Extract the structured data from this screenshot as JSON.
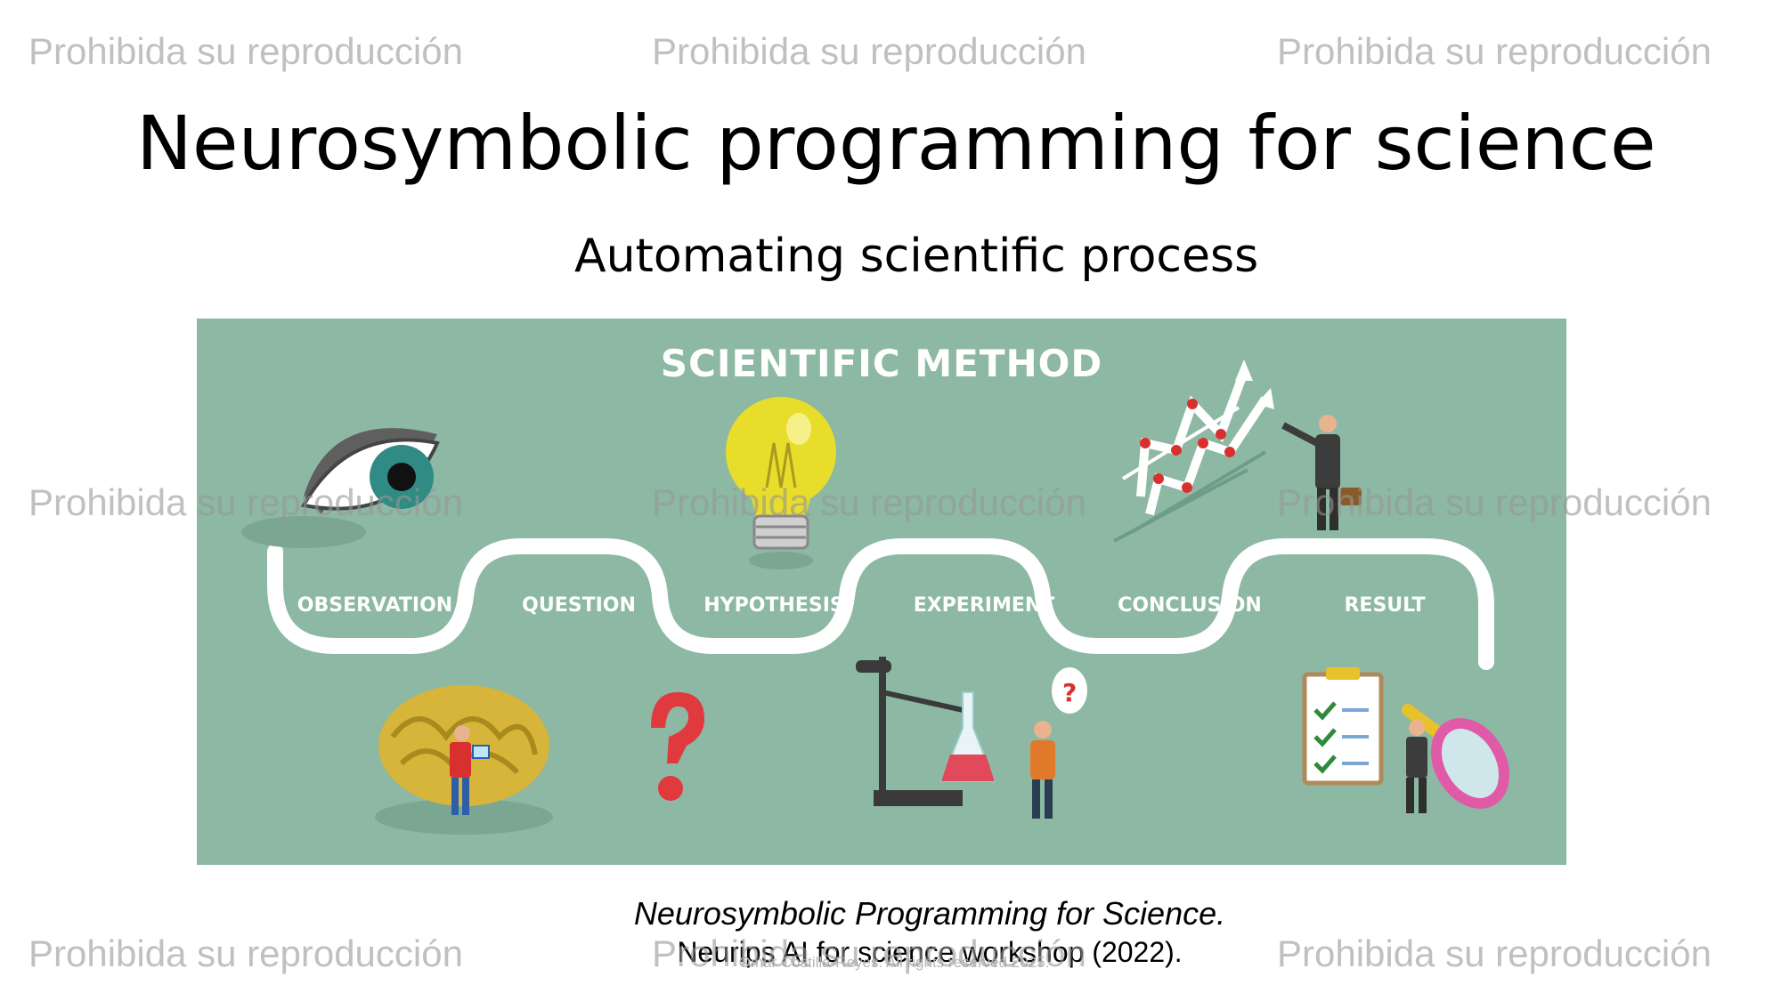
{
  "slide": {
    "title": "Neurosymbolic programming for science",
    "subtitle": "Automating scientific process"
  },
  "figure": {
    "heading": "SCIENTIFIC  METHOD",
    "steps": [
      "OBSERVATION",
      "QUESTION",
      "HYPOTHESIS",
      "EXPERIMENT",
      "CONCLUSION",
      "RESULT"
    ],
    "background_color": "#8cb8a4",
    "icons": [
      "eye-icon",
      "lightbulb-icon",
      "growth-chart-icon",
      "businessman-icon",
      "brain-icon",
      "question-mark-icon",
      "lab-flask-icon",
      "checklist-icon",
      "magnifier-icon"
    ]
  },
  "citation": {
    "line1": "Neurosymbolic Programming for Science.",
    "line2": "Neurips AI for science workshop (2022)."
  },
  "footer": {
    "text": "Omar Costilla-Reyes. All rights reserved 2025."
  },
  "watermark": {
    "text": "Prohibida su reproducción"
  }
}
